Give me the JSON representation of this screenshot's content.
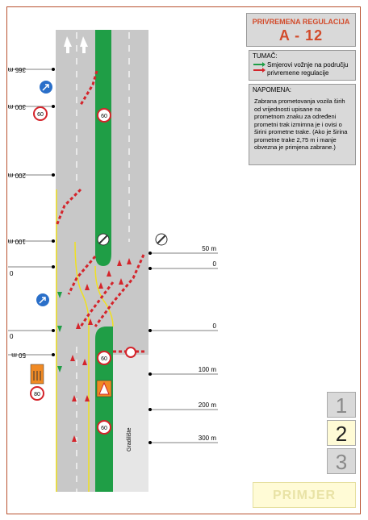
{
  "header": {
    "title": "PRIVREMENA REGULACIJA",
    "code": "A - 12"
  },
  "legend": {
    "heading": "TUMAČ:",
    "text": "Smjerovi vožnje na području privremene regulacije"
  },
  "note": {
    "heading": "NAPOMENA:",
    "body": "Zabrana prometovanja vozila širih od vrijednosti upisane na prometnom znaku za određeni prometni trak izmimna je i ovisi o širini prometne trake. (Ako je širina prometne trake 2,75 m i manje obvezna je primjena zabrane.)"
  },
  "left_distances": [
    "365 m",
    "300 m",
    "200 m",
    "100 m",
    "0",
    "0",
    "50 m"
  ],
  "right_distances": [
    "50 m",
    "0",
    "0",
    "100 m",
    "200 m",
    "300 m"
  ],
  "sign_speeds": [
    "60",
    "60",
    "60",
    "60",
    "80"
  ],
  "sign_left_top": "60",
  "sign_left_bottom": "80",
  "work_zone_label": "Gradilište",
  "pages": [
    "1",
    "2",
    "3"
  ],
  "active_page": "2",
  "example_label": "PRIMJER",
  "colors": {
    "accent": "#d24b2b",
    "median": "#1f9e46",
    "road": "#c8c8c8",
    "marking_red": "#d4242b",
    "marking_yellow": "#f0e020"
  }
}
